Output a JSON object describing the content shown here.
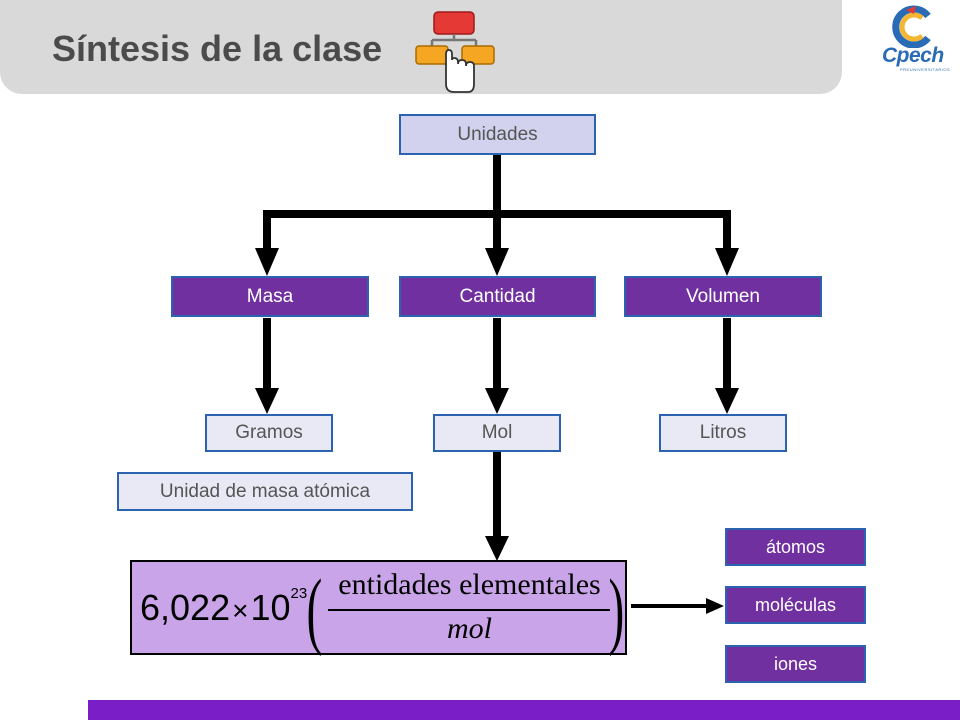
{
  "header": {
    "title": "Síntesis de la clase",
    "icon": "flowchart-hand-icon",
    "logo_text": "Cpech",
    "logo_subtext": "PREUNIVERSITARIOS"
  },
  "diagram": {
    "root": "Unidades",
    "categories": [
      "Masa",
      "Cantidad",
      "Volumen"
    ],
    "units": [
      "Gramos",
      "Mol",
      "Litros"
    ],
    "extra_unit": "Unidad de masa atómica",
    "formula": {
      "coefficient": "6,022",
      "operator": "×",
      "base": "10",
      "exponent": "23",
      "numerator": "entidades elementales",
      "denominator": "mol"
    },
    "entities": [
      "átomos",
      "moléculas",
      "iones"
    ]
  },
  "colors": {
    "purple": "#7030a0",
    "light_box": "#e9e9f5",
    "formula_bg": "#c9a4e8",
    "footer_bar": "#7a1fc8",
    "border_blue": "#2b63b0"
  }
}
